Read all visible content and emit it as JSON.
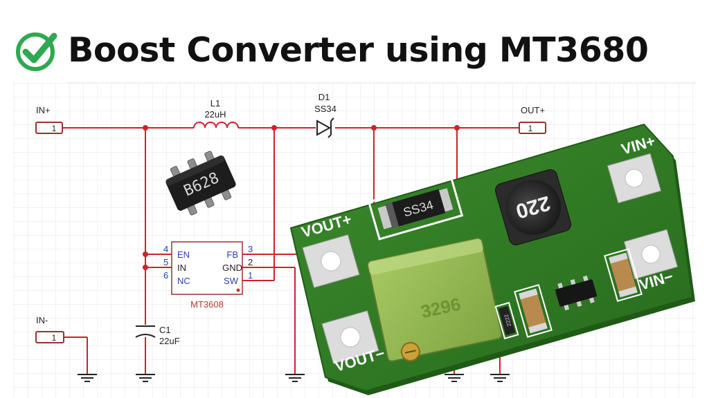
{
  "title": "Boost Converter using MT3680",
  "icons": {
    "title_badge": "check-circle-icon"
  },
  "colors": {
    "wire": "#d0202a",
    "pin_box": "#9a2f2f",
    "pin_text": "#2b3fb0",
    "ic_label": "#c0392b",
    "pcb": "#2f7a24",
    "pcb_text": "#ffffff",
    "check": "#2fa84f"
  },
  "schematic": {
    "in_plus": {
      "label": "IN+",
      "pin": "1"
    },
    "in_minus": {
      "label": "IN-",
      "pin": "1"
    },
    "out_plus": {
      "label": "OUT+",
      "pin": "1"
    },
    "inductor": {
      "ref": "L1",
      "value": "22uH"
    },
    "diode": {
      "ref": "D1",
      "value": "SS34"
    },
    "capacitor": {
      "ref": "C1",
      "value": "22uF"
    },
    "ic": {
      "name": "MT3608",
      "pins_left": [
        {
          "num": "4",
          "name": "EN"
        },
        {
          "num": "5",
          "name": "IN"
        },
        {
          "num": "6",
          "name": "NC"
        }
      ],
      "pins_right": [
        {
          "num": "3",
          "name": "FB"
        },
        {
          "num": "2",
          "name": "GND"
        },
        {
          "num": "1",
          "name": "SW"
        }
      ]
    },
    "chip_marking": "B628"
  },
  "pcb": {
    "vin_plus": "VIN+",
    "vin_minus": "VIN−",
    "vout_plus": "VOUT+",
    "vout_minus": "VOUT−",
    "diode_mark": "SS34",
    "inductor_mark": "220",
    "pot_mark": "3296",
    "resistor_mark": "2222"
  }
}
